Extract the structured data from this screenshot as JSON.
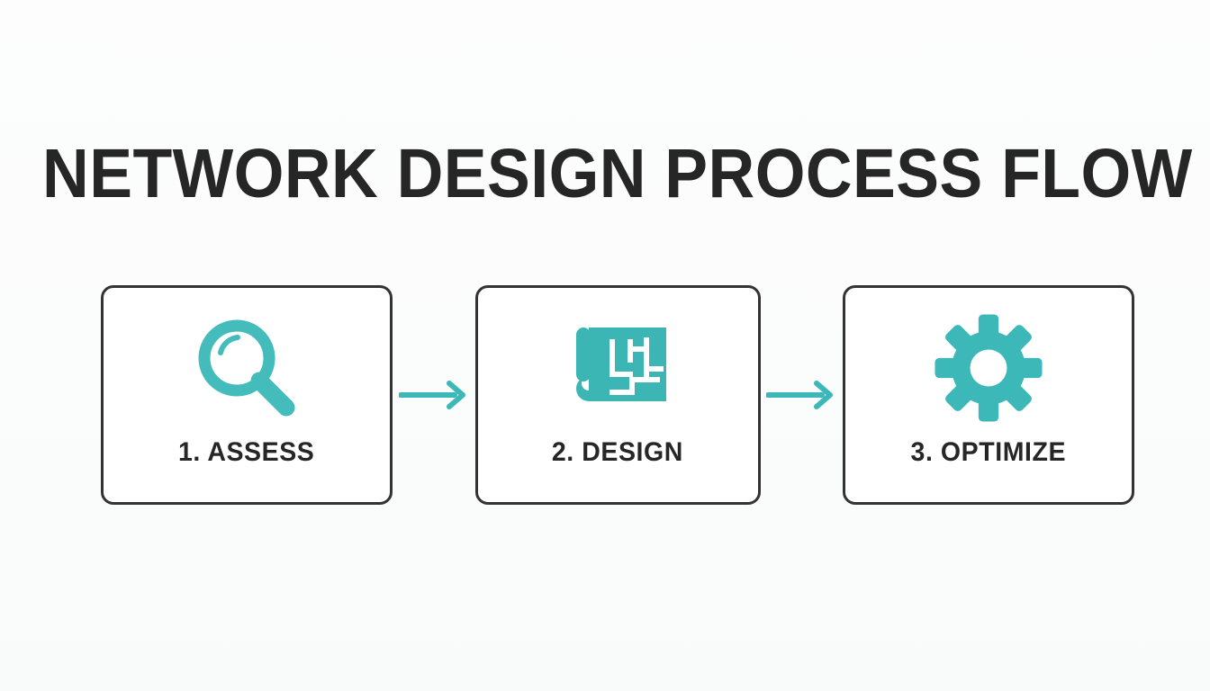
{
  "page": {
    "title": "NETWORK DESIGN PROCESS FLOW",
    "background_color": "#fdfdfd",
    "accent_color": "#3cb8b8",
    "text_color": "#262626",
    "border_color": "#333333"
  },
  "diagram": {
    "type": "process-flow",
    "orientation": "horizontal",
    "step_count": 3,
    "steps": [
      {
        "label": "1. ASSESS",
        "icon": "magnifying-glass-icon",
        "icon_color": "#45bcbc"
      },
      {
        "label": "2. DESIGN",
        "icon": "blueprint-scroll-icon",
        "icon_color": "#3cb5b5"
      },
      {
        "label": "3. OPTIMIZE",
        "icon": "gear-icon",
        "icon_color": "#3cb8b8"
      }
    ],
    "connectors": [
      {
        "icon": "arrow-right-icon",
        "color": "#3cb8b8"
      },
      {
        "icon": "arrow-right-icon",
        "color": "#3cb8b8"
      }
    ]
  }
}
